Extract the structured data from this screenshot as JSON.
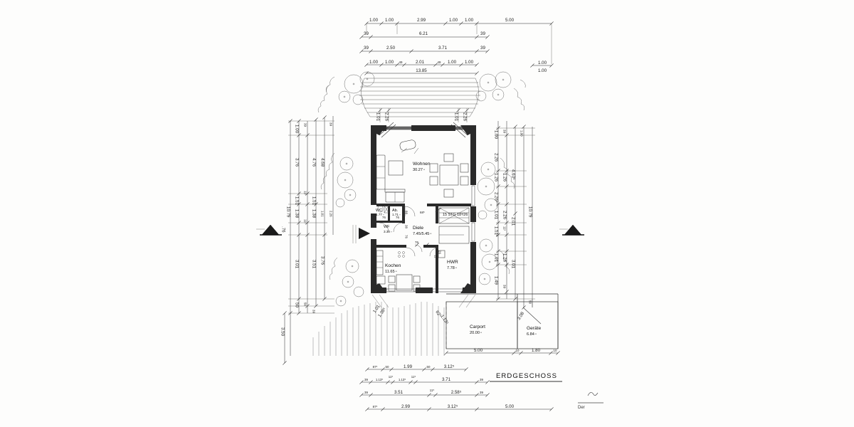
{
  "drawing": {
    "title": "ERDGESCHOSS",
    "signature_label": "Der",
    "type": "architectural-floor-plan",
    "scale_units": "m"
  },
  "rooms": [
    {
      "name": "Wohnen",
      "area": "30.27"
    },
    {
      "name": "Kochen",
      "area": "11.65"
    },
    {
      "name": "Diele",
      "area": "7.45/5.45"
    },
    {
      "name": "HWR",
      "area": "7.78"
    },
    {
      "name": "WC",
      "area": "1.77"
    },
    {
      "name": "Ab.",
      "area": "1.71"
    },
    {
      "name": "WF",
      "area": "3.30"
    },
    {
      "name": "Carport",
      "area": "20.00"
    },
    {
      "name": "Geräte",
      "area": "6.84"
    }
  ],
  "annotations": {
    "stair": "15 STG 18³/26",
    "stair_count": "15",
    "terrace_width": "13.85"
  },
  "dimensions": {
    "top_chain_1": [
      "1.00",
      "1.00",
      "2.99",
      "1.00",
      "1.00",
      "5.00"
    ],
    "top_chain_2": [
      "39",
      "6.21",
      "39"
    ],
    "top_chain_3": [
      "39",
      "2.50",
      "3.71",
      "39"
    ],
    "top_chain_4": [
      "1.00",
      "1.00",
      "49",
      "2.01",
      "49",
      "1.00",
      "1.00"
    ],
    "top_overall": "13.85",
    "top_right_pair": [
      "1.00",
      "1.00"
    ],
    "left_chain_1": [
      "1.00",
      "3.76",
      "1.51",
      "1.38",
      "3.01",
      "50"
    ],
    "left_chain_2": [
      "1.00",
      "39",
      "11⁵",
      "11⁵",
      "39",
      "50"
    ],
    "left_chain_3": [
      "4.76",
      "1.51",
      "1.38",
      "3.51",
      "39"
    ],
    "left_chain_4": [
      "4.68",
      "3.76"
    ],
    "left_overall": "10.79",
    "left_bottom": "3.50",
    "right_chain_1": [
      "1.00",
      "2.26",
      "2.26",
      "1.01",
      "1.51",
      "1.01",
      "1.49"
    ],
    "right_chain_2": [
      "39",
      "1.26",
      "1.26",
      "2.26",
      "11⁵",
      "1.26",
      "39"
    ],
    "right_chain_3": [
      "4.63⁵",
      "2.01",
      "3.01"
    ],
    "right_overall": "10.79",
    "bottom_chain_1": [
      "87⁵",
      "50",
      "1.99",
      "50",
      "3.12⁵"
    ],
    "bottom_chain_2": [
      "39",
      "1.13⁵",
      "11⁵",
      "1.13⁵",
      "11⁵",
      "3.71",
      "39"
    ],
    "bottom_chain_3": [
      "39",
      "3.51",
      "11⁵",
      "2.58⁵",
      "39"
    ],
    "bottom_chain_4": [
      "87⁵",
      "2.99",
      "3.12⁵",
      "5.00"
    ],
    "carport_bottom": [
      "5.00",
      "10",
      "1.80",
      "10"
    ],
    "carport_top": "5.00",
    "geraete_side": "3.08",
    "porch_left": [
      "1.01",
      "1.38⁵"
    ],
    "porch_right": [
      "62⁵",
      "1.13⁵"
    ],
    "entry_left": [
      "1.01",
      "2.26"
    ],
    "entry_right": [
      "1.01",
      "2.26"
    ],
    "small_68": "68⁵",
    "inner_76a": "76",
    "inner_76b": "76",
    "inner_88": "88",
    "inner_38": "38",
    "inner_26": "26"
  }
}
